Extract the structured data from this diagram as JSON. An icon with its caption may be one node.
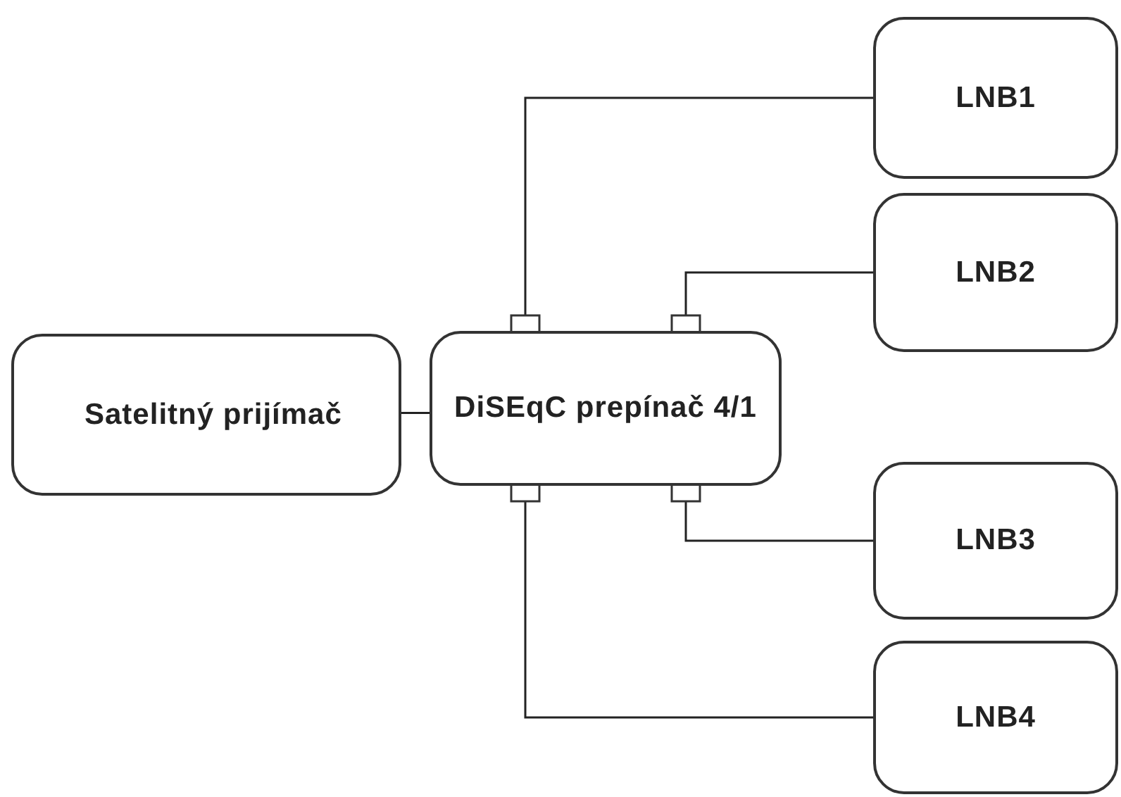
{
  "diagram": {
    "nodes": [
      {
        "text": [
          "Satelitný prijímač"
        ]
      },
      {
        "text": [
          "DiSEqC prepínač 4/1"
        ]
      },
      {
        "text": [
          "LNB1"
        ]
      },
      {
        "text": [
          "LNB2"
        ]
      },
      {
        "text": [
          "LNB3"
        ]
      },
      {
        "text": [
          "LNB4"
        ]
      }
    ],
    "edges": [
      {
        "from": 0,
        "to": 1,
        "arrow": "none"
      },
      {
        "from": 1,
        "to": 2,
        "arrow": "none"
      },
      {
        "from": 1,
        "to": 3,
        "arrow": "none"
      },
      {
        "from": 1,
        "to": 4,
        "arrow": "none"
      },
      {
        "from": 1,
        "to": 5,
        "arrow": "none"
      }
    ]
  }
}
